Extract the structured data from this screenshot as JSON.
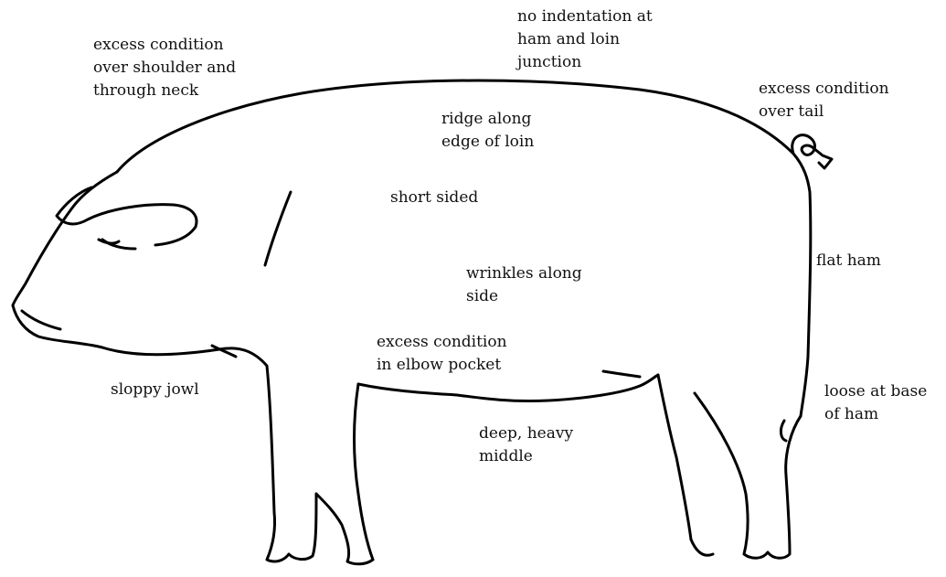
{
  "labels": {
    "shoulder": [
      "excess condition",
      "over shoulder and",
      "through neck"
    ],
    "ham_loin": [
      "no indentation at",
      "ham and loin",
      "junction"
    ],
    "tail": [
      "excess condition",
      "over tail"
    ],
    "ridge": [
      "ridge along",
      "edge of loin"
    ],
    "short_sided": [
      "short sided"
    ],
    "wrinkles": [
      "wrinkles along",
      "side"
    ],
    "flat_ham": [
      "flat ham"
    ],
    "elbow": [
      "excess condition",
      "in elbow pocket"
    ],
    "jowl": [
      "sloppy jowl"
    ],
    "base_of_ham": [
      "loose at base",
      "of ham"
    ],
    "middle": [
      "deep, heavy",
      "middle"
    ]
  },
  "colors": {
    "ink": "#000000",
    "background": "#ffffff"
  }
}
